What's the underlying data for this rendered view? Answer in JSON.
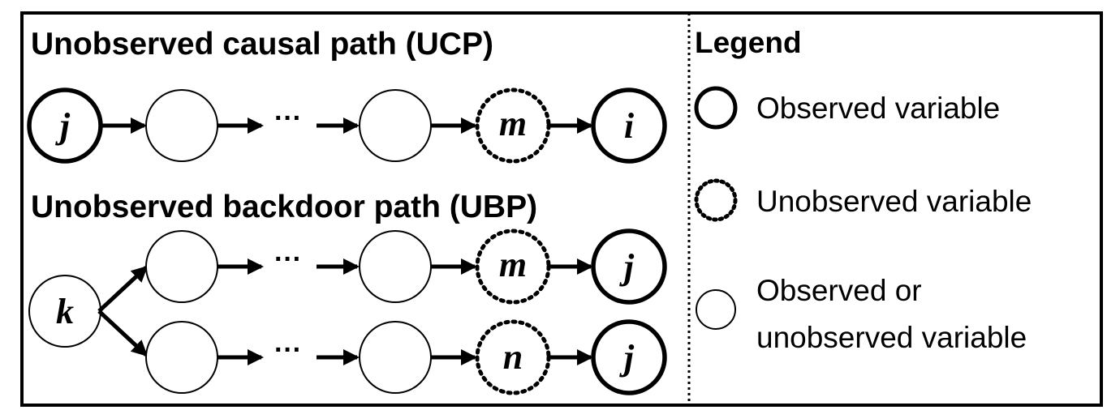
{
  "ucp": {
    "title": "Unobserved causal path (UCP)",
    "source_label": "j",
    "ellipsis": "···",
    "mediator_label": "m",
    "target_label": "i"
  },
  "ubp": {
    "title": "Unobserved backdoor path (UBP)",
    "root_label": "k",
    "upper": {
      "ellipsis": "···",
      "mediator_label": "m",
      "target_label": "j"
    },
    "lower": {
      "ellipsis": "···",
      "mediator_label": "n",
      "target_label": "j"
    }
  },
  "legend": {
    "title": "Legend",
    "observed": "Observed variable",
    "unobserved": "Unobserved variable",
    "either_line1": "Observed or",
    "either_line2": "unobserved variable"
  }
}
